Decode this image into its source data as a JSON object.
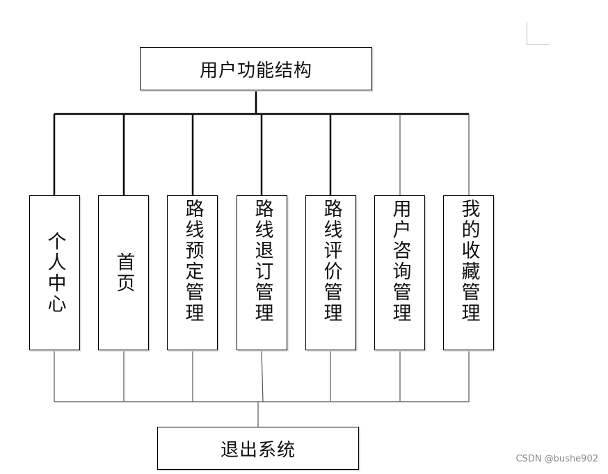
{
  "root": {
    "label": "用户功能结构"
  },
  "modules": [
    {
      "id": "personal-center",
      "label": "个人中心"
    },
    {
      "id": "home",
      "label": "首页"
    },
    {
      "id": "route-booking",
      "label": "路线预定管理"
    },
    {
      "id": "route-refund",
      "label": "路线退订管理"
    },
    {
      "id": "route-review",
      "label": "路线评价管理"
    },
    {
      "id": "user-consult",
      "label": "用户咨询管理"
    },
    {
      "id": "my-favorites",
      "label": "我的收藏管理"
    }
  ],
  "exit": {
    "label": "退出系统"
  },
  "watermark": {
    "text": "CSDN @bushe902"
  }
}
